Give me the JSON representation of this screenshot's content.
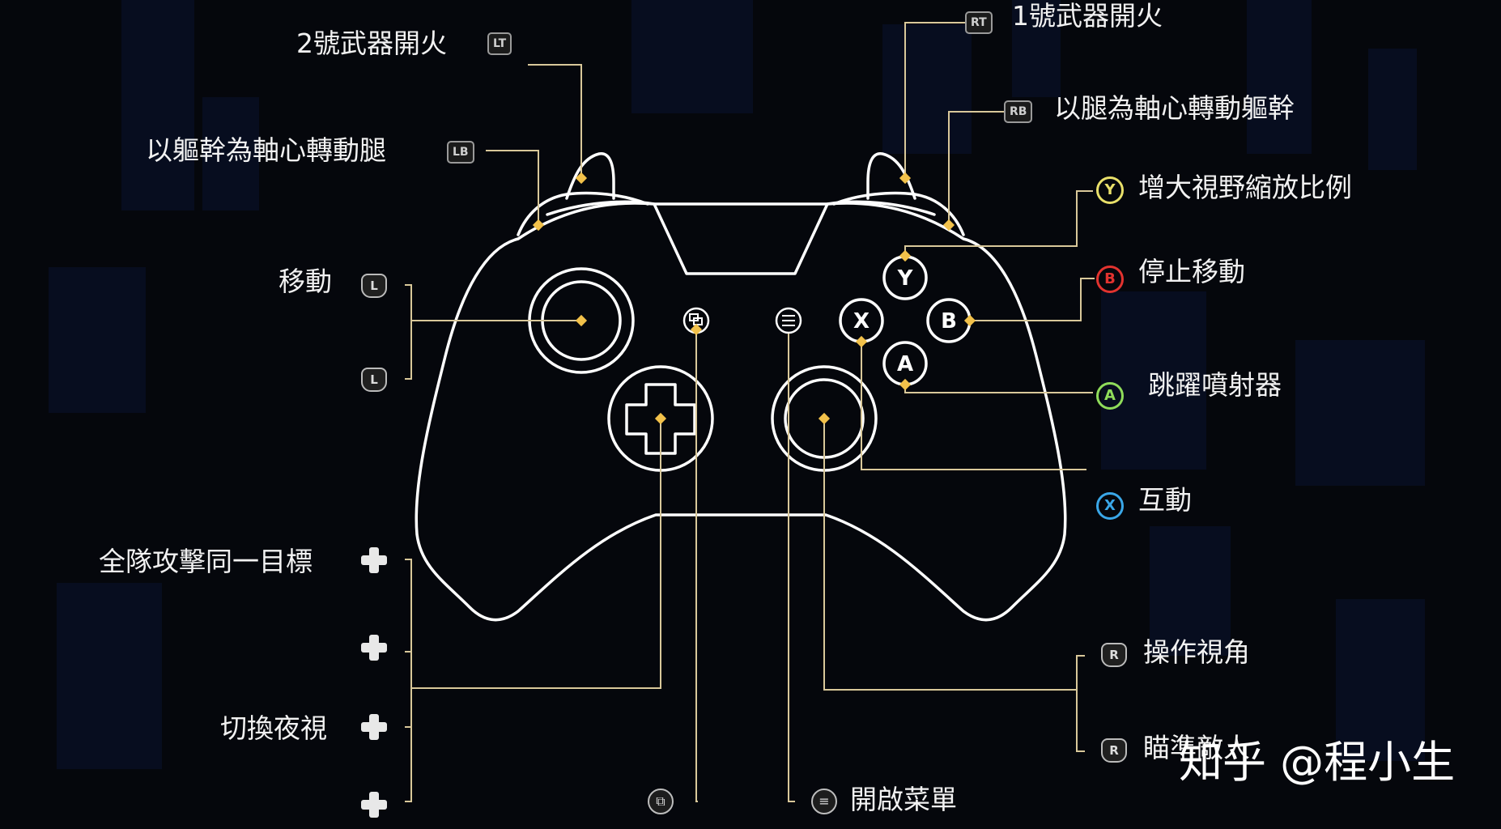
{
  "colors": {
    "background": "#05070c",
    "outline": "#ffffff",
    "leader_line": "#d9c89a",
    "anchor_dot": "#f2c14a",
    "button_y": "#e9e06a",
    "button_b": "#e2332f",
    "button_a": "#8fdc5a",
    "button_x": "#3aa7e8"
  },
  "controller": {
    "face_buttons": {
      "y": "Y",
      "x": "X",
      "b": "B",
      "a": "A"
    }
  },
  "labels": {
    "lt": "2號武器開火",
    "rt": "1號武器開火",
    "lb": "以軀幹為軸心轉動腿",
    "rb": "以腿為軸心轉動軀幹",
    "y": "增大視野縮放比例",
    "b": "停止移動",
    "a": "跳躍噴射器",
    "x": "互動",
    "left_stick": "移動",
    "dpad_up": "全隊攻擊同一目標",
    "dpad_left": "切換夜視",
    "right_stick": "操作視角",
    "right_stick_click": "瞄準敵人",
    "menu": "開啟菜單"
  },
  "badges": {
    "lt": "LT",
    "rt": "RT",
    "lb": "LB",
    "rb": "RB"
  },
  "icons": {
    "y": "Y",
    "b": "B",
    "a": "A",
    "x": "X",
    "left_stick": "L",
    "left_stick_click": "L",
    "right_stick": "R",
    "right_stick_click": "R",
    "view_button": "⧉",
    "menu_button": "≡"
  },
  "watermark": "知乎 @程小生"
}
